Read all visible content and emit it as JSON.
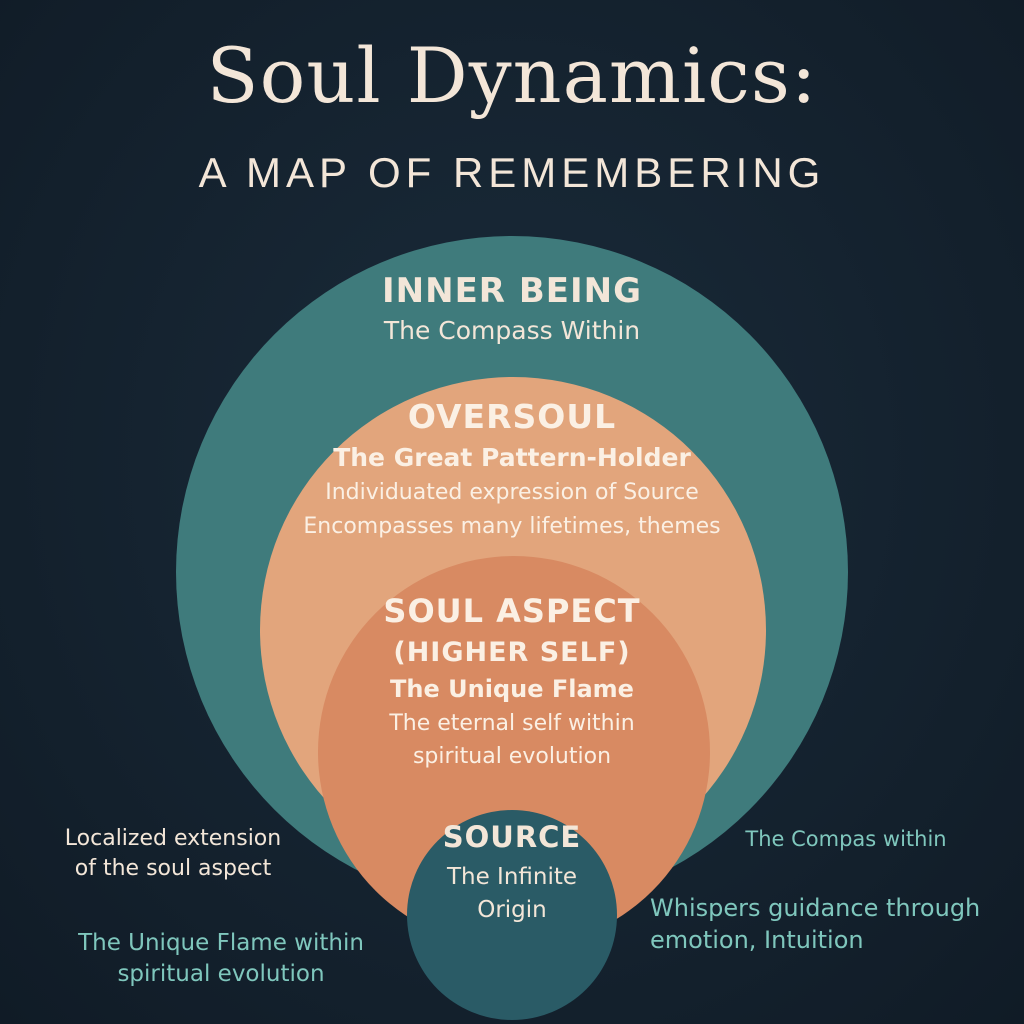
{
  "title": "Soul Dynamics:",
  "subtitle": "A MAP OF REMEMBERING",
  "colors": {
    "background": "#13202c",
    "inner_being": "#3f7b7c",
    "oversoul": "#e2a57c",
    "soul_aspect": "#d88a62",
    "source": "#2a5b66",
    "light_text": "#f3e6d8",
    "teal_text": "#7fc7bd"
  },
  "inner_being": {
    "heading": "INNER BEING",
    "subheading": "The Compass Within"
  },
  "oversoul": {
    "heading": "OVERSOUL",
    "subheading": "The Great Pattern-Holder",
    "line1": "Individuated expression of Source",
    "line2": "Encompasses many lifetimes, themes"
  },
  "soul_aspect": {
    "heading_line1": "SOUL ASPECT",
    "heading_line2": "(HIGHER SELF)",
    "subheading": "The Unique Flame",
    "line1": "The eternal self within",
    "line2": "spiritual evolution"
  },
  "source": {
    "heading": "SOURCE",
    "line1": "The Infinite",
    "line2": "Origin"
  },
  "left_notes": {
    "note1_line1": "Localized extension",
    "note1_line2": "of the soul aspect",
    "note2_line1": "The Unique Flame within",
    "note2_line2": "spiritual evolution"
  },
  "right_notes": {
    "note1": "The Compas within",
    "note2_line1": "Whispers guidance through",
    "note2_line2": "emotion, Intuition"
  }
}
